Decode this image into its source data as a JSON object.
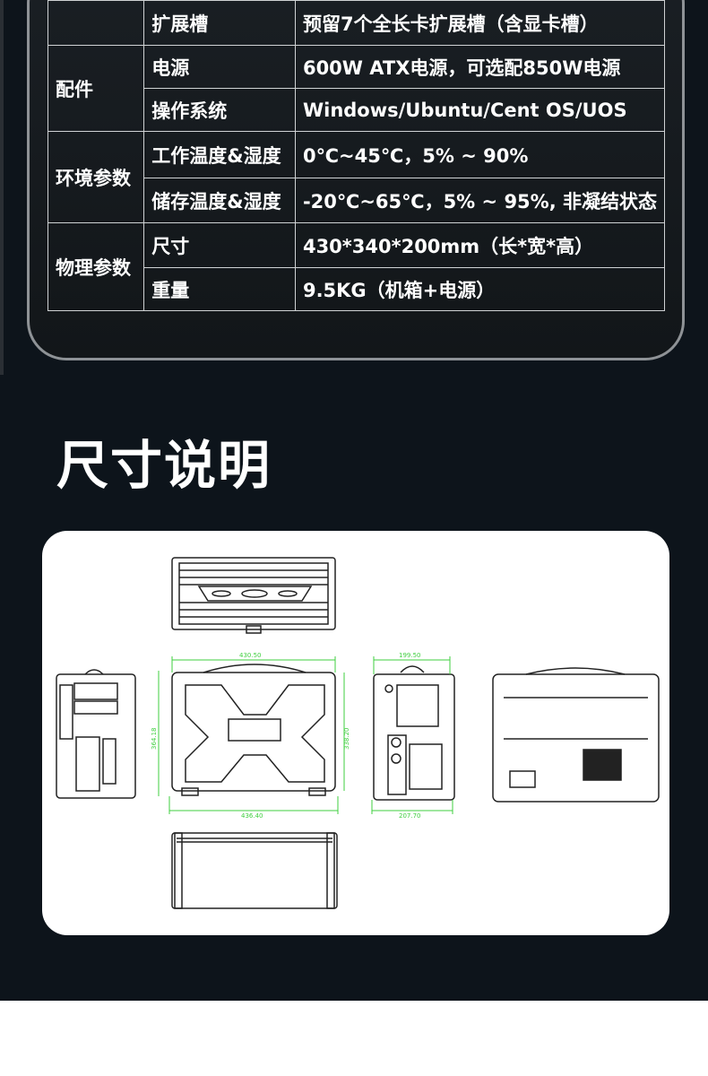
{
  "spec_table": {
    "rows": [
      {
        "category": "",
        "name": "扩展槽",
        "value": "预留7个全长卡扩展槽（含显卡槽）"
      },
      {
        "category": "配件",
        "name": "电源",
        "value": "600W ATX电源，可选配850W电源"
      },
      {
        "category": "",
        "name": "操作系统",
        "value": "Windows/Ubuntu/Cent OS/UOS"
      },
      {
        "category": "环境参数",
        "name": "工作温度&湿度",
        "value": "0℃~45℃，5% ~ 90%"
      },
      {
        "category": "",
        "name": "储存温度&湿度",
        "value": "-20℃~65℃，5% ~ 95%, 非凝结状态"
      },
      {
        "category": "物理参数",
        "name": "尺寸",
        "value": "430*340*200mm（长*宽*高）"
      },
      {
        "category": "",
        "name": "重量",
        "value": "9.5KG（机箱+电源）"
      }
    ]
  },
  "section": {
    "title": "尺寸说明"
  },
  "drawing": {
    "front_width_top": "430.50",
    "front_width_bottom": "436.40",
    "front_height_left": "364.18",
    "front_height_right": "338.20",
    "side_width_top": "199.50",
    "side_width_bottom": "207.70"
  },
  "colors": {
    "background": "#0d141b",
    "card_border": "#8e9296",
    "dimension_green": "#3fcf3f"
  }
}
